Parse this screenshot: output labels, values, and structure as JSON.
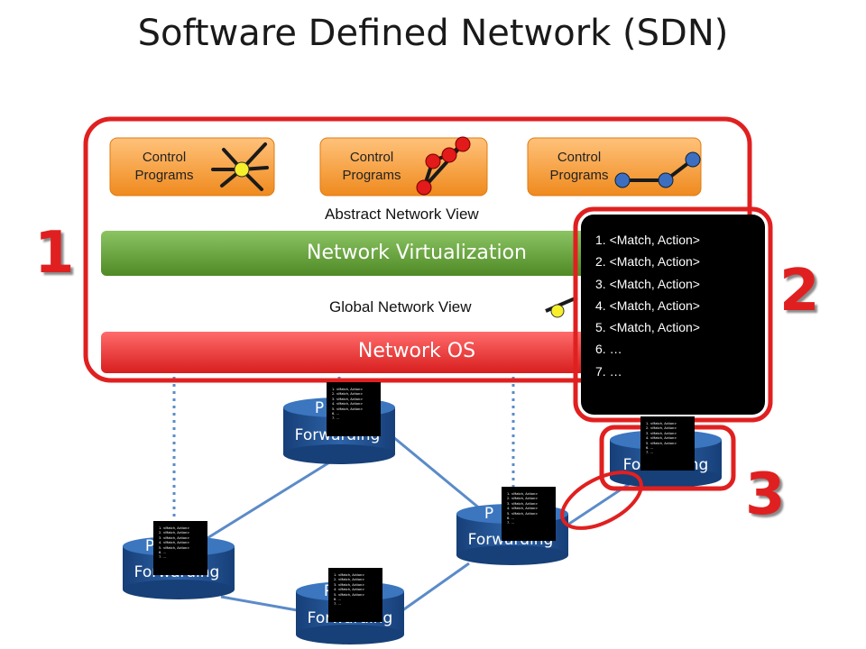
{
  "title": "Software Defined Network (SDN)",
  "control_programs": [
    {
      "label_line1": "Control",
      "label_line2": "Programs"
    },
    {
      "label_line1": "Control",
      "label_line2": "Programs"
    },
    {
      "label_line1": "Control",
      "label_line2": "Programs"
    }
  ],
  "abstract_view_label": "Abstract Network View",
  "virtualization_label": "Network Virtualization",
  "global_view_label": "Global Network View",
  "network_os_label": "Network OS",
  "callout_numbers": [
    "1",
    "2",
    "3"
  ],
  "flow_table": [
    "1. <Match, Action>",
    "2. <Match, Action>",
    "3. <Match, Action>",
    "4. <Match, Action>",
    "5. <Match, Action>",
    "6. …",
    "7. …"
  ],
  "mini_flow_table": [
    "1. <Match, Action>",
    "2. <Match, Action>",
    "3. <Match, Action>",
    "4. <Match, Action>",
    "5. <Match, Action>",
    "6. …",
    "7. …"
  ],
  "forwarding_label": "Forwarding",
  "packet_label_fragment": "P",
  "colors": {
    "highlight_red": "#e02020",
    "control_orange": "#f39a33",
    "virtualization_green": "#6aa73a",
    "network_os_red": "#ef3b3b",
    "forwarding_blue": "#1f4e8c",
    "link_blue": "#5b8bc8"
  }
}
